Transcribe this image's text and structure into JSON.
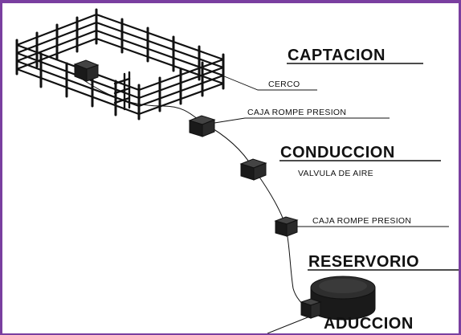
{
  "labels": {
    "captacion": "CAPTACION",
    "cerco": "CERCO",
    "caja_rompe_presion_1": "CAJA ROMPE PRESION",
    "conduccion": "CONDUCCION",
    "valvula_de_aire": "VALVULA DE AIRE",
    "caja_rompe_presion_2": "CAJA ROMPE PRESION",
    "reservorio": "RESERVORIO",
    "aduccion": "ADUCCION"
  },
  "colors": {
    "frame": "#7a3fa0",
    "ink": "#111111",
    "dark_fill": "#1a1a1a"
  }
}
